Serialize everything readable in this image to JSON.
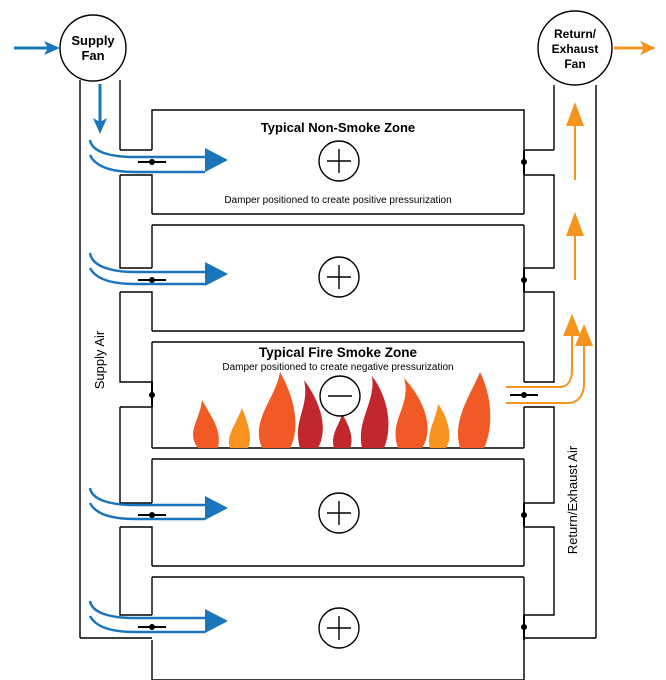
{
  "fans": {
    "supply": {
      "line1": "Supply",
      "line2": "Fan"
    },
    "return": {
      "line1": "Return/",
      "line2": "Exhaust",
      "line3": "Fan"
    }
  },
  "zones": {
    "non_smoke": {
      "title": "Typical Non-Smoke Zone",
      "note": "Damper positioned to create positive pressurization",
      "pressure_symbol": "+"
    },
    "fire_smoke": {
      "title": "Typical Fire Smoke Zone",
      "note": "Damper positioned to create negative pressurization",
      "pressure_symbol": "−"
    }
  },
  "ducts": {
    "supply_label": "Supply Air",
    "return_label": "Return/Exhaust Air"
  },
  "colors": {
    "supply_arrow": "#1a75bb",
    "exhaust_arrow": "#f7941d",
    "flame_dark": "#c1272d",
    "flame_mid": "#f15a24",
    "flame_light": "#f7931e",
    "line": "#000000"
  }
}
